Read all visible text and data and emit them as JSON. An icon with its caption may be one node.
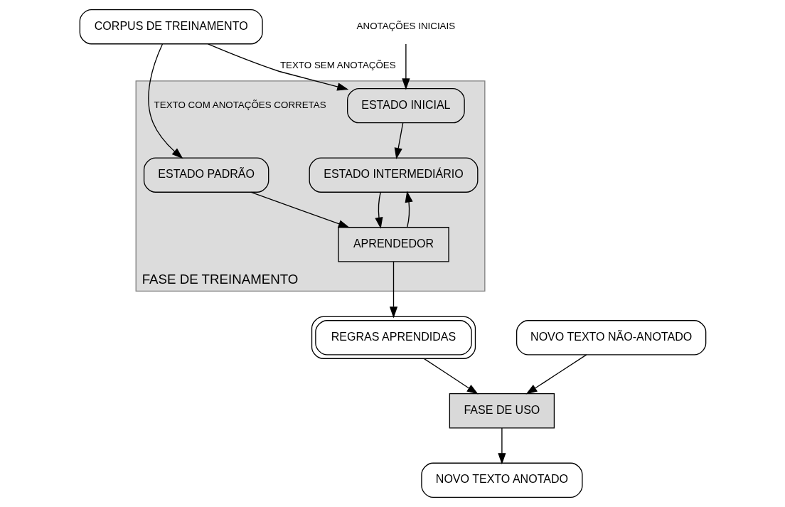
{
  "diagram": {
    "nodes": [
      {
        "text": [
          "CORPUS DE TREINAMENTO"
        ]
      },
      {
        "text": [
          "ANOTAÇÕES INICIAIS"
        ]
      },
      {
        "text": [
          "FASE DE TREINAMENTO"
        ]
      },
      {
        "text": [
          "ESTADO INICIAL"
        ],
        "in": 2
      },
      {
        "text": [
          "ESTADO INTERMEDIÁRIO"
        ],
        "in": 2
      },
      {
        "text": [
          "ESTADO PADRÃO"
        ],
        "in": 2
      },
      {
        "text": [
          "APRENDEDOR"
        ],
        "in": 2
      },
      {
        "text": [
          "NOVO TEXTO NÃO-ANOTADO"
        ]
      },
      {
        "text": [
          "FASE DE USO"
        ]
      },
      {
        "text": [
          "NOVO TEXTO ANOTADO"
        ]
      },
      {
        "text": [
          "REGRAS APRENDIDAS"
        ]
      }
    ],
    "edges": [
      {
        "from": 0,
        "to": 3,
        "arrow": "to",
        "label": "TEXTO SEM ANOTAÇÕES"
      },
      {
        "from": 0,
        "to": 5,
        "arrow": "to",
        "label": "TEXTO COM ANOTAÇÕES CORRETAS"
      },
      {
        "from": 1,
        "to": 3,
        "arrow": "to"
      },
      {
        "from": 3,
        "to": 4,
        "arrow": "to"
      },
      {
        "from": 4,
        "to": 6,
        "arrow": "to"
      },
      {
        "from": 5,
        "to": 6,
        "arrow": "to"
      },
      {
        "from": 6,
        "to": 4,
        "arrow": "to"
      },
      {
        "from": 6,
        "to": 10,
        "arrow": "to"
      },
      {
        "from": 7,
        "to": 8,
        "arrow": "to"
      },
      {
        "from": 10,
        "to": 8,
        "arrow": "to"
      },
      {
        "from": 8,
        "to": 9,
        "arrow": "to"
      }
    ]
  }
}
